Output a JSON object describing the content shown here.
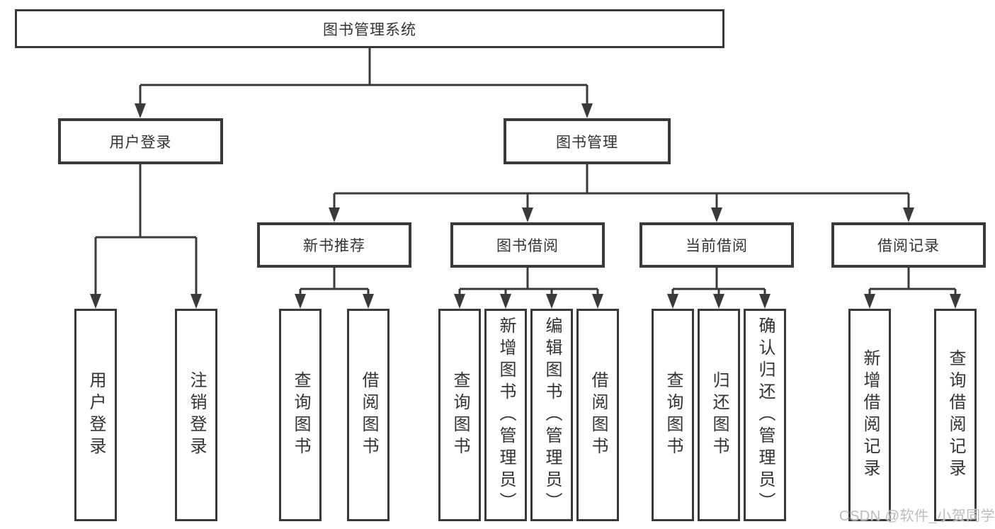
{
  "root": "图书管理系统",
  "level2": [
    "用户登录",
    "图书管理"
  ],
  "level3": [
    "新书推荐",
    "图书借阅",
    "当前借阅",
    "借阅记录"
  ],
  "leaves": {
    "user_login": [
      "用户登录",
      "注销登录"
    ],
    "new_book_rec": [
      "查询图书",
      "借阅图书"
    ],
    "book_borrow": [
      "查询图书",
      "新增图书（管理员）",
      "编辑图书（管理员）",
      "借阅图书"
    ],
    "current_borrow": [
      "查询图书",
      "归还图书",
      "确认归还（管理员）"
    ],
    "borrow_records": [
      "新增借阅记录",
      "查询借阅记录"
    ]
  },
  "watermark": "CSDN @软件_小贺同学",
  "colors": {
    "line": "#3a3a3a",
    "box_border": "#3a3a3a",
    "text": "#333333",
    "watermark": "#bcbcbc",
    "background": "#ffffff"
  }
}
